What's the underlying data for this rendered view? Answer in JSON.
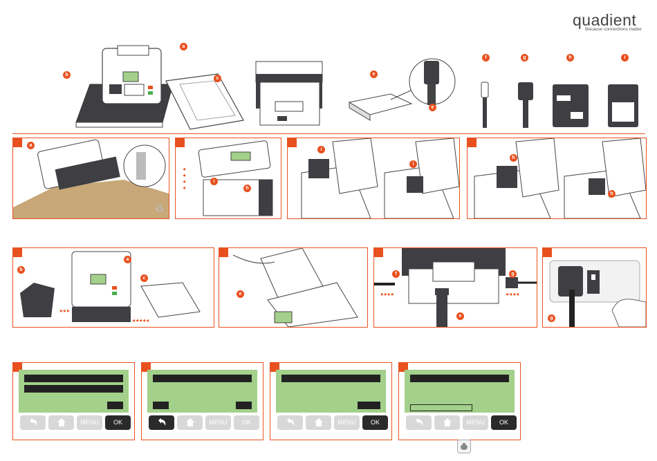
{
  "brand": {
    "name": "quadient",
    "tagline": "Because connections matter"
  },
  "callouts": {
    "a": "a",
    "b": "b",
    "c": "c",
    "e": "e",
    "f": "f",
    "g": "g",
    "h": "h",
    "i": "i"
  },
  "colors": {
    "accent": "#e8511f",
    "lcd": "#a3d08a",
    "key_light": "#d8d8d8",
    "key_dark": "#2a2a2a",
    "machine": "#3f3f43"
  },
  "icons": {
    "recycle": "recycle-icon",
    "back": "back-arrow-icon",
    "home": "home-icon"
  },
  "lcd_screens": [
    {
      "keys": {
        "back": "",
        "home": "",
        "menu": "MENU",
        "ok": "OK"
      },
      "highlight": "ok"
    },
    {
      "keys": {
        "back": "",
        "home": "",
        "menu": "MENU",
        "ok": "OK"
      },
      "highlight": "back"
    },
    {
      "keys": {
        "back": "",
        "home": "",
        "menu": "MENU",
        "ok": "OK"
      },
      "highlight": "ok"
    },
    {
      "keys": {
        "back": "",
        "home": "",
        "menu": "MENU",
        "ok": "OK"
      },
      "highlight": "ok"
    }
  ]
}
